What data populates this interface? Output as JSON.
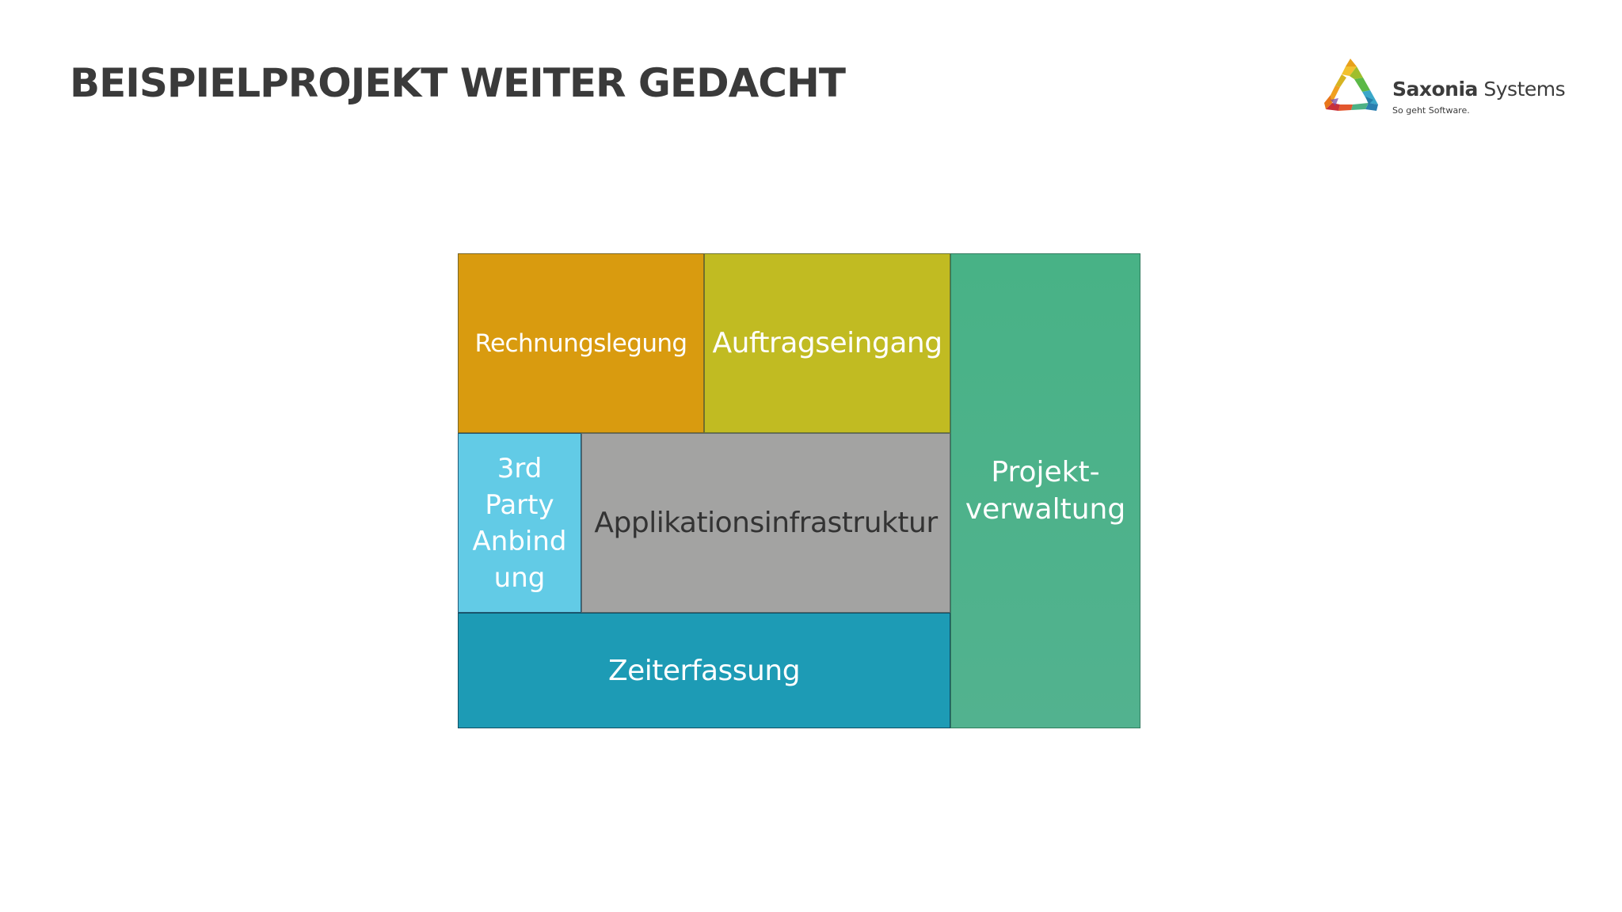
{
  "slide": {
    "title": "BEISPIELPROJEKT WEITER GEDACHT"
  },
  "logo": {
    "name_bold": "Saxonia",
    "name_regular": "Systems",
    "tagline": "So geht Software.",
    "icon": "triangle-logo-icon",
    "colors": [
      "#e8a11a",
      "#9fbe2c",
      "#3aa7c9",
      "#4db184",
      "#e3562d"
    ]
  },
  "diagram": {
    "blocks": [
      {
        "id": "rechnungslegung",
        "lines": [
          "Rechnungslegung"
        ],
        "color": "#d99b0f"
      },
      {
        "id": "auftragseingang",
        "lines": [
          "Auftragseingang"
        ],
        "color": "#c1bb22"
      },
      {
        "id": "projektverwaltung",
        "lines": [
          "Projekt-",
          "verwaltung"
        ],
        "color": "#4bb289"
      },
      {
        "id": "third-party",
        "lines": [
          "3rd",
          "Party",
          "Anbind",
          "ung"
        ],
        "color": "#62cbe6"
      },
      {
        "id": "applikationsinfrastruktur",
        "lines": [
          "Applikationsinfrastruktur"
        ],
        "color": "#a3a3a2"
      },
      {
        "id": "zeiterfassung",
        "lines": [
          "Zeiterfassung"
        ],
        "color": "#1d9bb5"
      }
    ]
  }
}
